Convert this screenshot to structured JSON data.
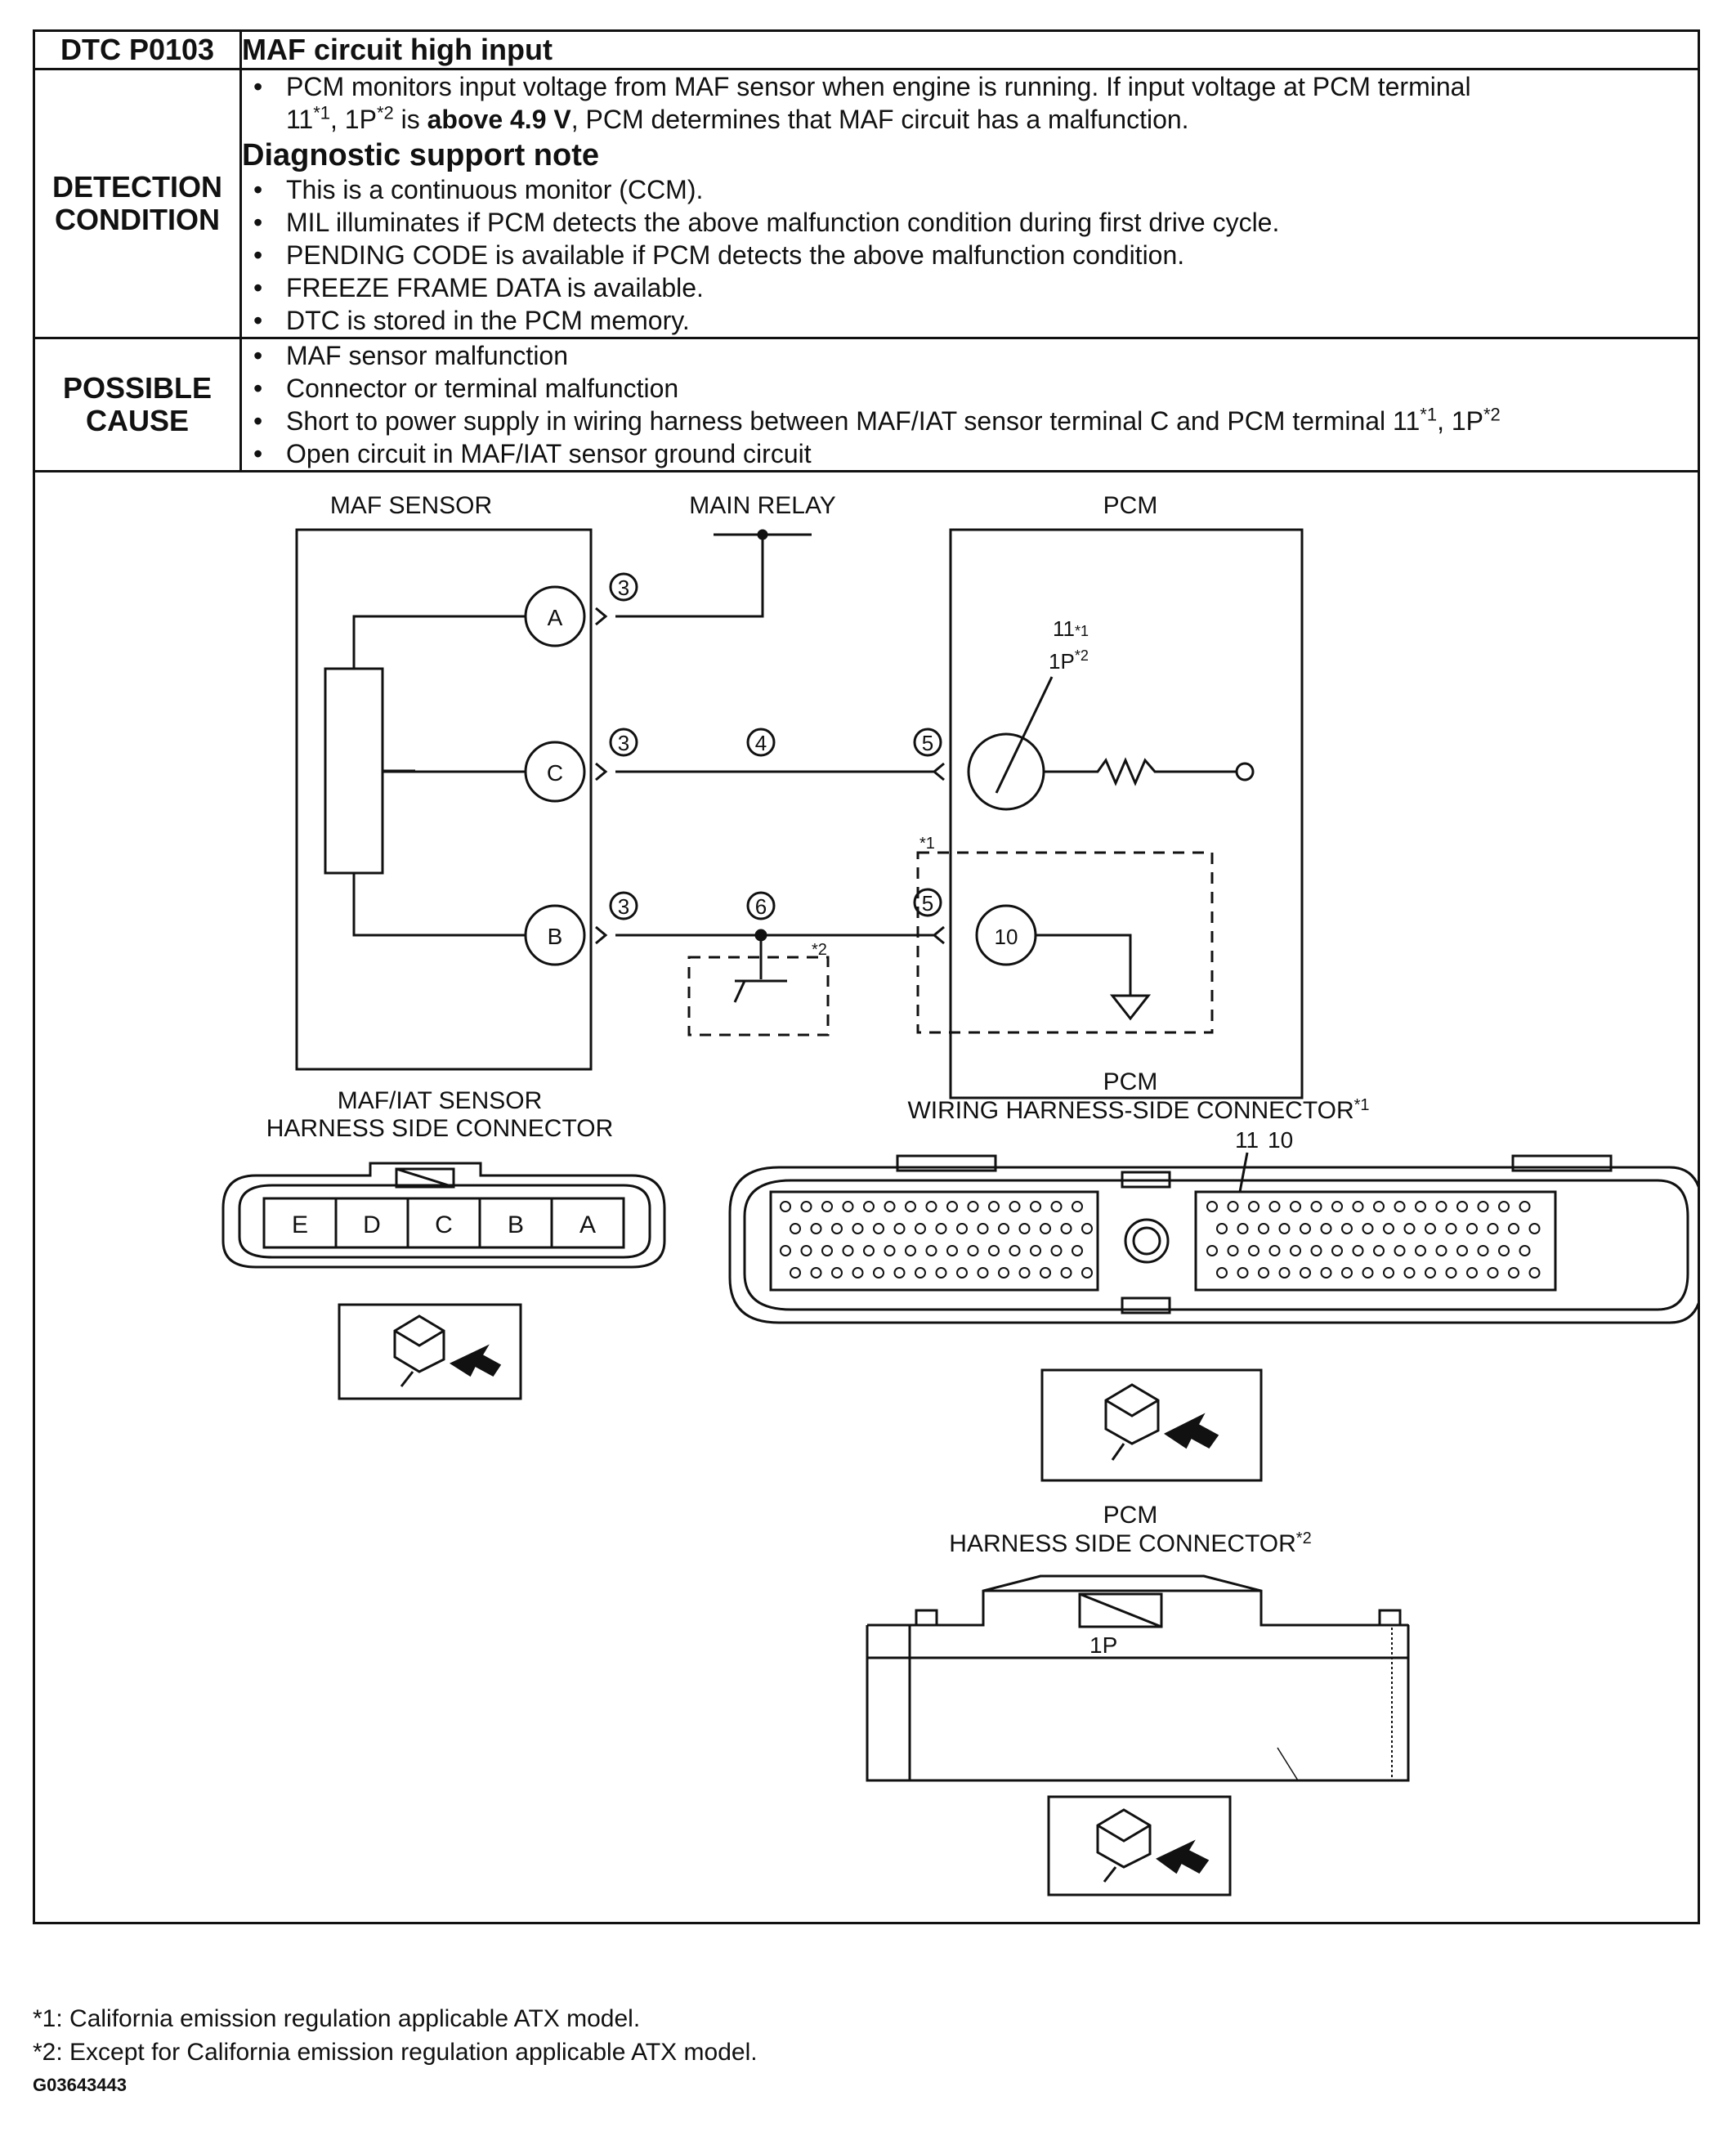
{
  "header": {
    "code": "DTC P0103",
    "title": "MAF circuit high input"
  },
  "detection": {
    "label_line1": "DETECTION",
    "label_line2": "CONDITION",
    "intro_a": "PCM monitors input voltage from MAF sensor when engine is running. If input voltage at PCM terminal",
    "intro_b1": "11",
    "intro_b_sup1": "*1",
    "intro_b2": ", 1P",
    "intro_b_sup2": "*2",
    "intro_b3": " is ",
    "intro_b_bold": "above 4.9 V",
    "intro_b4": ", PCM determines that MAF circuit has a malfunction.",
    "note_title": "Diagnostic support note",
    "notes": [
      "This is a continuous monitor (CCM).",
      "MIL illuminates if PCM detects the above malfunction condition during first drive cycle.",
      "PENDING CODE is available if PCM detects the above malfunction condition.",
      "FREEZE FRAME DATA is available.",
      "DTC is stored in the PCM memory."
    ]
  },
  "cause": {
    "label_line1": "POSSIBLE",
    "label_line2": "CAUSE",
    "items": [
      "MAF sensor malfunction",
      "Connector or terminal malfunction"
    ],
    "item3_a": "Short to power supply in wiring harness between MAF/IAT sensor terminal C and PCM terminal 11",
    "item3_sup1": "*1",
    "item3_b": ", 1P",
    "item3_sup2": "*2",
    "item4": "Open circuit in MAF/IAT sensor ground circuit"
  },
  "diagram": {
    "maf_sensor": "MAF SENSOR",
    "main_relay": "MAIN RELAY",
    "pcm": "PCM",
    "term_a": "A",
    "term_b": "B",
    "term_c": "C",
    "term_10": "10",
    "circ3": "3",
    "circ4": "4",
    "circ5": "5",
    "circ6": "6",
    "pcm_term_11": "11",
    "pcm_term_11_sup": "*1",
    "pcm_term_1p": "1P",
    "pcm_term_1p_sup": "*2",
    "note_star1": "*1",
    "note_star2": "*2",
    "maf_conn_title1": "MAF/IAT SENSOR",
    "maf_conn_title2": "HARNESS SIDE CONNECTOR",
    "maf_conn_pins": [
      "E",
      "D",
      "C",
      "B",
      "A"
    ],
    "pcm_conn1_title1": "PCM",
    "pcm_conn1_title2": "WIRING HARNESS-SIDE CONNECTOR",
    "pcm_conn1_title2_sup": "*1",
    "pcm_conn1_pin11": "11",
    "pcm_conn1_pin10": "10",
    "pcm_conn2_title1": "PCM",
    "pcm_conn2_title2": "HARNESS SIDE CONNECTOR",
    "pcm_conn2_title2_sup": "*2",
    "pcm_conn2_pin": "1P"
  },
  "footnotes": {
    "fn1": "*1:  California emission regulation applicable ATX model.",
    "fn2": "*2:  Except for California emission regulation applicable ATX model.",
    "figure_id": "G03643443"
  }
}
